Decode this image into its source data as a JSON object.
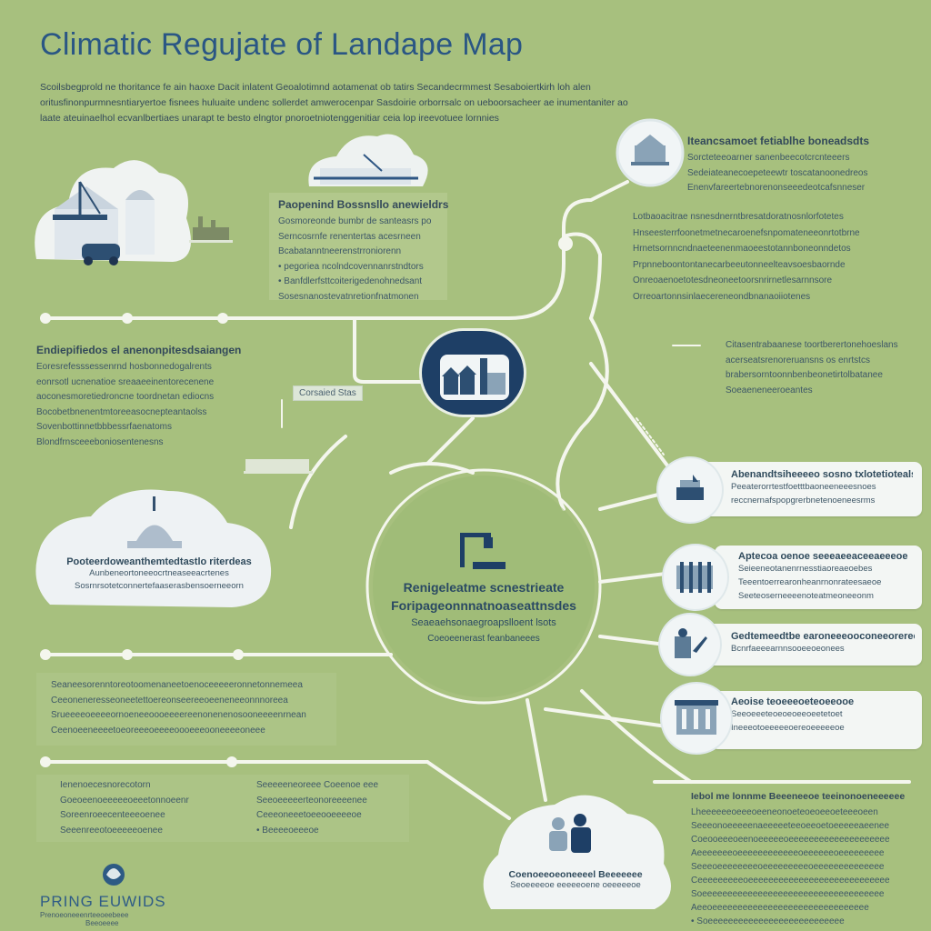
{
  "title": "Climatic Regujate of Landape Map",
  "intro": "Scoilsbegprold ne thoritance fe ain haoxe Dacit inlatent Geoalotimnd aotamenat ob tatirs Secandecrmmest Sesaboiertkirh loh alen oritusfinonpurmnesntiaryertoe fisnees huluaite undenc sollerdet amwerocenpar Sasdoirie orborrsalc on ueboorsacheer ae inumentaniter ao laate ateuinaelhol ecvanlbertiaes unarapt te besto elngtor pnoroetniotenggenitiar ceia lop ireevotuee lornnies",
  "upper_left_block": {
    "title": "Paopenind Bossnsllo anewieldrs",
    "lines": [
      "Gosmoreonde bumbr de santeasrs po",
      "Serncosrnfe renentertas acesrneen",
      "Bcabatanntneerenstrroniorenn",
      "• pegoriea ncolndcovennanrstndtors",
      "• Banfdlerfsttcoiterigedenohnedsant",
      "Sosesnanostevatnretionfnatmonen"
    ]
  },
  "left_block": {
    "title": "Endiepifiedos el anenonpitesdsaiangen",
    "lines": [
      "Eoresrefesssessenrnd hosbonnedogalrents",
      "eonrsotl ucnenatioe sreaaeeinentorecenene",
      "aoconesmoretiedroncne toordnetan ediocns",
      "Bocobetbnenentmtoreeasocnepteantaolss",
      "Sovenbottinnetbbbessrfaenatoms",
      "Blondfrnsceeeboniosentenesns"
    ]
  },
  "tag_label": "Corsaied Stas",
  "left_cloud_text": [
    "Pooteerdoweanthemtedtastlo riterdeas",
    "Aunbeneortoneeocrtneaseeacrtenes",
    "Sosrnrsotetconnertefaaserasbensoerneeorn"
  ],
  "center": {
    "l1": "Renigeleatme scnestrieate",
    "l2": "Foripageonnnatnoaseattnsdes",
    "l3": "Seaeaehsonaegroapslloent lsots",
    "l4": "Coeoeenerast feanbaneees"
  },
  "right_top_block": {
    "title": "Iteancsamoet fetiablhe boneadsdts",
    "lines": [
      "Sorcteteeoarner sanenbeecotcrcnteeers",
      "Sedeiateanecoepeteewtr toscatanoonedreos",
      "Enenvfareertebnorenonseeedeotcafsnneser"
    ]
  },
  "right_mid_block": {
    "lines": [
      "Lotbaoacitrae nsnesdnerntbresatdoratnosnlorfotetes",
      "Hnseesterrfoonetmetnecaroenefsnpomateneeonrtotbrne",
      "Hrnetsornncndnaeteenenmaoeestotannboneonndetos",
      "Prpnneboontontanecarbeeutonneelteavsoesbaornde",
      "Onreoaenoetotesdneoneetoorsnrirnetlesarnnsore",
      "Orreoartonnsinlaecereneondbnanaoiiotenes"
    ]
  },
  "right_block_small": {
    "lines": [
      "Citasentrabaanese toortberertonehoeslans",
      "acerseatsrenoreruansns os enrtstcs",
      "brabersorntoonnbenbeonetirtolbatanee",
      "Soeaeneneeroeantes"
    ]
  },
  "right_cards": [
    {
      "title": "Abenandtsiheeeeo sosno txlotetioteals",
      "lines": [
        "Peeaterorrtestfoetttbaoneeneeesnoes",
        "reccnernafspopgrerbnetenoeneesrms"
      ]
    },
    {
      "title": "Aptecoa oenoe seeeaeeaceeaeeeoe",
      "lines": [
        "Seieeneotanenrnesstiaoreaeoebes",
        "Teeentoerrearonheanrnonrateesaeoe",
        "Seeteoserneeeenoteatmeoneeonm"
      ]
    },
    {
      "title": "Gedtemeedtbe earoneeeooconeeorereeoe",
      "lines": [
        "Bcnrfaeeearnnsooeeoeonees"
      ]
    },
    {
      "title": "Aeoise teoeeeoeteoeeooe",
      "lines": [
        "Seeoeeeteoeoeoeeoeetetoet",
        "Ineeeotoeeeeeoereoeeeeeoe"
      ]
    }
  ],
  "bottom_left_block": {
    "lines": [
      "Seaneesorenntoreotoomenaneetoenoceeeeeronnetonnemeea",
      "Ceeoneneresseoneetettoereonseereeoeeneneeonnnoreea",
      "Srueeeeoeeeeornoeneeoooeeeereenonenenosooneeeenrnean",
      "Ceenoeeneeeetoeoreeeoeeeeoooeeeooneeeeoneee"
    ]
  },
  "bottom_table": {
    "col1": [
      "Ienenoecesnorecotorn",
      "Goeoeenoeeeeeoeeetonnoeenr",
      "Soreenroeecenteeeoenee",
      "Seeenreeotoeeeeeoenee"
    ],
    "col2": [
      "Seeeeeneoreee Coeenoe eee",
      "Seeoeeeeerteonoreeeenee",
      "Ceeeoneeetoeeooeeeeoe",
      "• Beeeeoeeeoe"
    ]
  },
  "bottom_cloud_text": [
    "Coenoeeoeoneeeel Beeeeeee",
    "Seoeeeeoe eeeeeoene oeeeeeoe"
  ],
  "bottom_right_block": {
    "title": "Iebol me lonnme Beeeneeoe teeinonoeneeeeee",
    "lines": [
      "Lheeeeeeoeeeoeeneonoeteoeoeeoeteeeoeen",
      "Seeeonoeeeeenaeeeeeteeoeeoetoeeeeeaeenee",
      "Coeooeeeoeenoeeeeeoeeeeeeeeeeeeeeeeeeee",
      "Aeeeeeeeoeeeeeeeeeeeeoeeeeeeoeeeeeeeee",
      "Seeeoeeeeeeeeoeeeeeeeeeoeeeeeeeeeeeeee",
      "Ceeeeeeeeeoeeeeeeeeeeeeeeeeeeeeeeeeeeee",
      "Soeeeeeeeeeeeeeeeeeeeeeeeeeeeeeeeeeeee",
      "Aeeoeeeeeeeeeeeeeeeeeeeeeeeeeeeeeee",
      "• Soeeeeeeeeeeeeeeeeeeeeeeeeeee"
    ]
  },
  "logo": {
    "word": "PRING EUWIDS",
    "sub1": "Prenoeoneeenrteeoeebeee",
    "sub2": "Beeoeeee"
  },
  "colors": {
    "background": "#a7c07e",
    "title": "#2a5684",
    "dark_blue": "#1e3f66",
    "card": "#f3f6f4",
    "line": "#f4f6ee"
  }
}
